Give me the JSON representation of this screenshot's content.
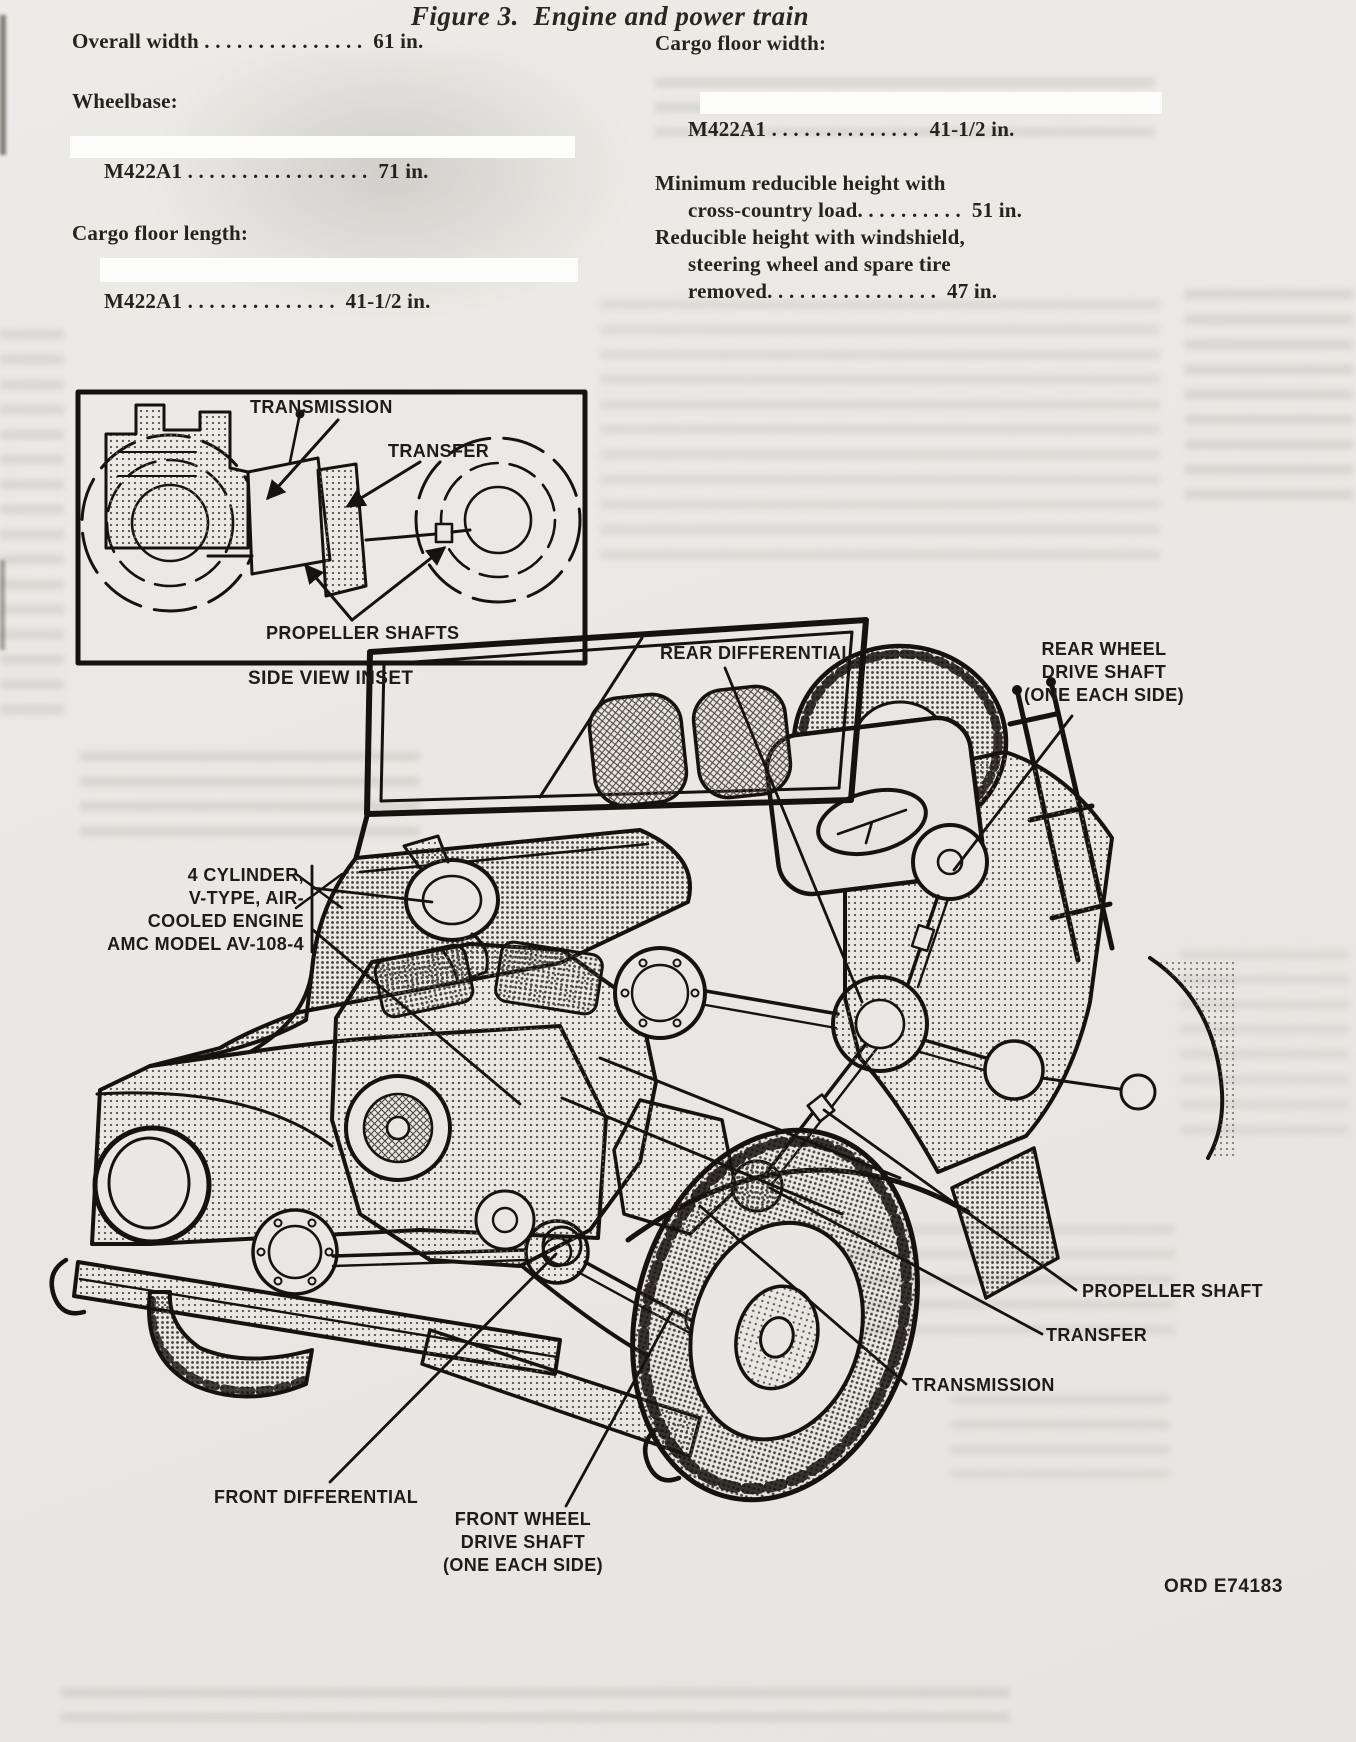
{
  "specs": {
    "left": [
      {
        "text": "Overall width . . . . . . . . . . . . . . .  61 in."
      },
      {
        "text": "Wheelbase:"
      },
      {
        "text": "M422A1 . . . . . . . . . . . . . . . . .  71 in."
      },
      {
        "text": "Cargo floor length:"
      },
      {
        "text": "M422A1 . . . . . . . . . . . . . .  41-1/2 in."
      }
    ],
    "right": [
      {
        "text": "Cargo floor width:"
      },
      {
        "text": "M422A1 . . . . . . . . . . . . . .  41-1/2 in."
      },
      {
        "text": "Minimum reducible height with"
      },
      {
        "text": "cross-country load. . . . . . . . . .  51 in."
      },
      {
        "text": "Reducible height with windshield,"
      },
      {
        "text": "steering wheel and spare tire"
      },
      {
        "text": "removed. . . . . . . . . . . . . . . .  47 in."
      }
    ]
  },
  "inset": {
    "label_transmission": "TRANSMISSION",
    "label_transfer": "TRANSFER",
    "label_propeller_shafts": "PROPELLER SHAFTS",
    "caption": "SIDE VIEW INSET"
  },
  "figure": {
    "label_rear_differential": "REAR DIFFERENTIAL",
    "label_rear_wheel_drive_shaft": [
      "REAR WHEEL",
      "DRIVE SHAFT",
      "(ONE EACH SIDE)"
    ],
    "label_engine": [
      "4 CYLINDER,",
      "V-TYPE, AIR-",
      "COOLED ENGINE",
      "AMC MODEL AV-108-4"
    ],
    "label_propeller_shaft": "PROPELLER SHAFT",
    "label_transfer": "TRANSFER",
    "label_transmission": "TRANSMISSION",
    "label_front_differential": "FRONT DIFFERENTIAL",
    "label_front_wheel_drive_shaft": [
      "FRONT WHEEL",
      "DRIVE SHAFT",
      "(ONE EACH SIDE)"
    ],
    "ord_number": "ORD E74183",
    "caption": "Figure 3.  Engine and power train"
  },
  "colors": {
    "page_bg": "#eae8e3",
    "ink": "#26221c",
    "figure_ink": "#16130f"
  }
}
